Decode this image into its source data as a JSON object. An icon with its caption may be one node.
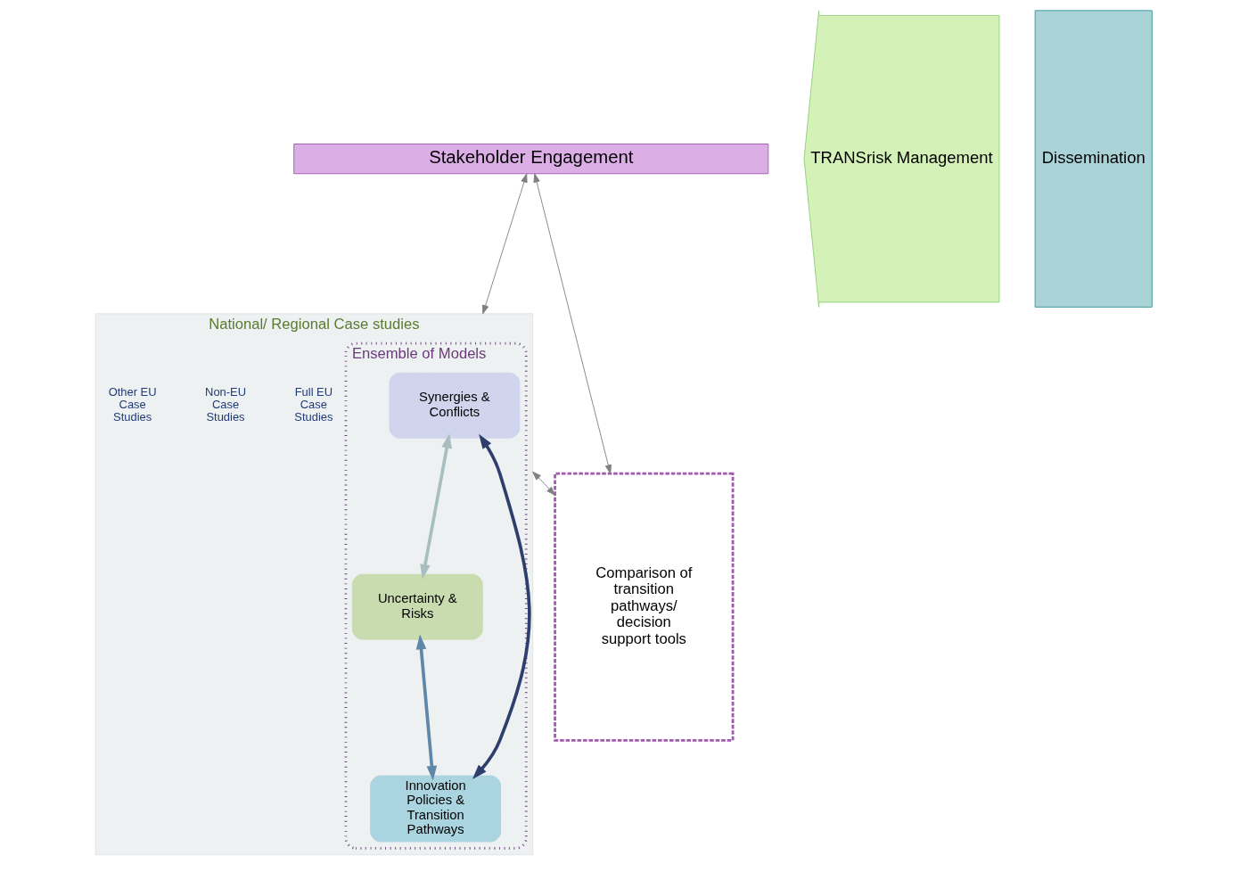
{
  "diagram": {
    "nodes": [
      {
        "text": [
          "Stakeholder Engagement"
        ]
      },
      {
        "text": [
          "TRANSrisk Management"
        ]
      },
      {
        "text": [
          "Dissemination"
        ]
      },
      {
        "text": [
          "National/ Regional Case studies"
        ]
      },
      {
        "text": [
          "Ensemble of Models"
        ],
        "in": 3
      },
      {
        "text": [
          "Synergies & Conflicts"
        ],
        "in": 4
      },
      {
        "text": [
          "Uncertainty & Risks"
        ],
        "in": 4
      },
      {
        "text": [
          "Innovation Policies & Transition Pathways"
        ],
        "in": 4
      },
      {
        "text": [
          "Full EU Case Studies"
        ],
        "in": 3
      },
      {
        "text": [
          "Non-EU Case Studies"
        ],
        "in": 3
      },
      {
        "text": [
          "Other EU Case Studies"
        ],
        "in": 3
      },
      {
        "text": [
          "Comparison of transition pathways/ decision support tools"
        ]
      }
    ],
    "edges": [
      {
        "from": 0,
        "to": 3,
        "arrow": "both"
      },
      {
        "from": 0,
        "to": 11,
        "arrow": "both"
      },
      {
        "from": 5,
        "to": 6,
        "arrow": "both",
        "color": "#a9bfbf",
        "style": "thick"
      },
      {
        "from": 5,
        "to": 7,
        "arrow": "both",
        "color": "#2e3f6e",
        "style": "thick"
      },
      {
        "from": 6,
        "to": 7,
        "arrow": "both",
        "color": "#5f87a8",
        "style": "thick"
      },
      {
        "from": 3,
        "to": 11,
        "arrow": "both"
      }
    ]
  }
}
